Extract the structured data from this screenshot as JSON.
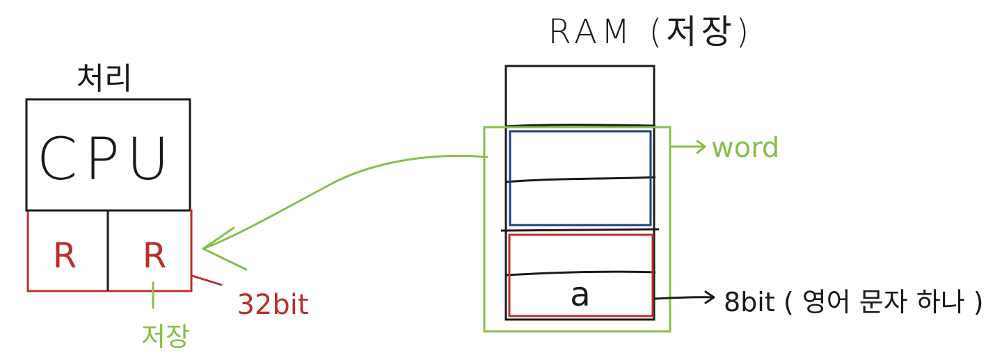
{
  "cpu": {
    "title": "처리",
    "label": "CPU",
    "registers": [
      "R",
      "R"
    ],
    "register_size": "32bit",
    "register_note": "저장"
  },
  "ram": {
    "title": "RAM (저장)",
    "word_label": "word",
    "byte_content": "a",
    "byte_note": "8bit ( 영어 문자 하나 )"
  },
  "colors": {
    "ink": "#1a1a1a",
    "red": "#b8302a",
    "green": "#86bf4a",
    "blue": "#1f3f86"
  }
}
